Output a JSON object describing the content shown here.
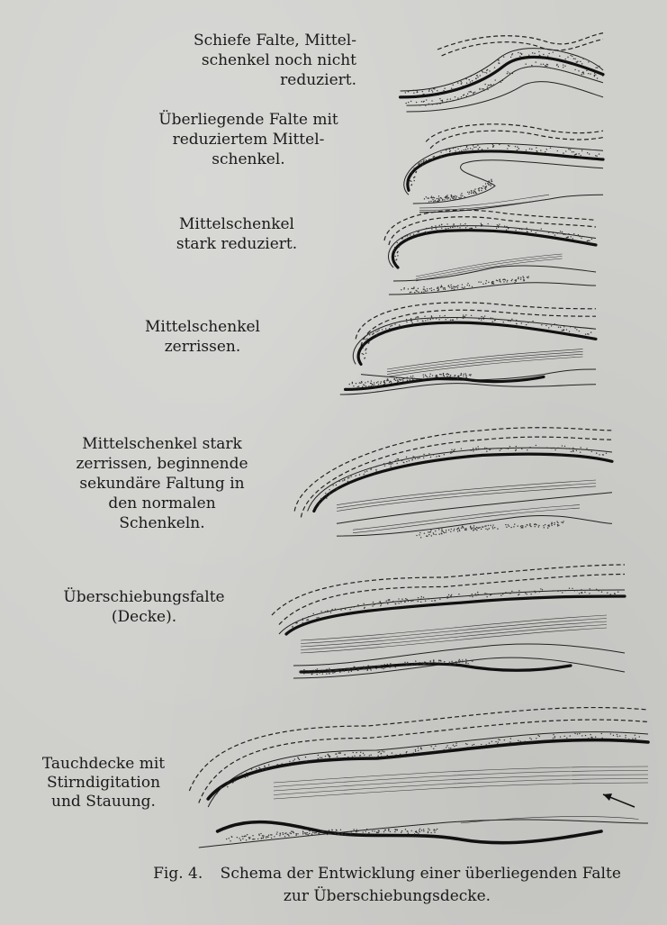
{
  "stages": [
    {
      "label": "Schiefe Falte, Mittel-\nschenkel noch nicht\nreduziert."
    },
    {
      "label": "Überliegende Falte mit\nreduziertem Mittel-\nschenkel."
    },
    {
      "label": "Mittelschenkel\nstark reduziert."
    },
    {
      "label": "Mittelschenkel\nzerrissen."
    },
    {
      "label": "Mittelschenkel stark\nzerrissen, beginnende\nsekundäre Faltung in\nden normalen\nSchenkeln."
    },
    {
      "label": "Überschiebungsfalte\n(Decke)."
    },
    {
      "label": "Tauchdecke mit\nStirndigitation\nund Stauung."
    }
  ],
  "caption": {
    "number": "Fig. 4.",
    "text_line1": "Schema der Entwicklung einer überliegenden Falte",
    "text_line2": "zur Überschiebungsdecke."
  }
}
